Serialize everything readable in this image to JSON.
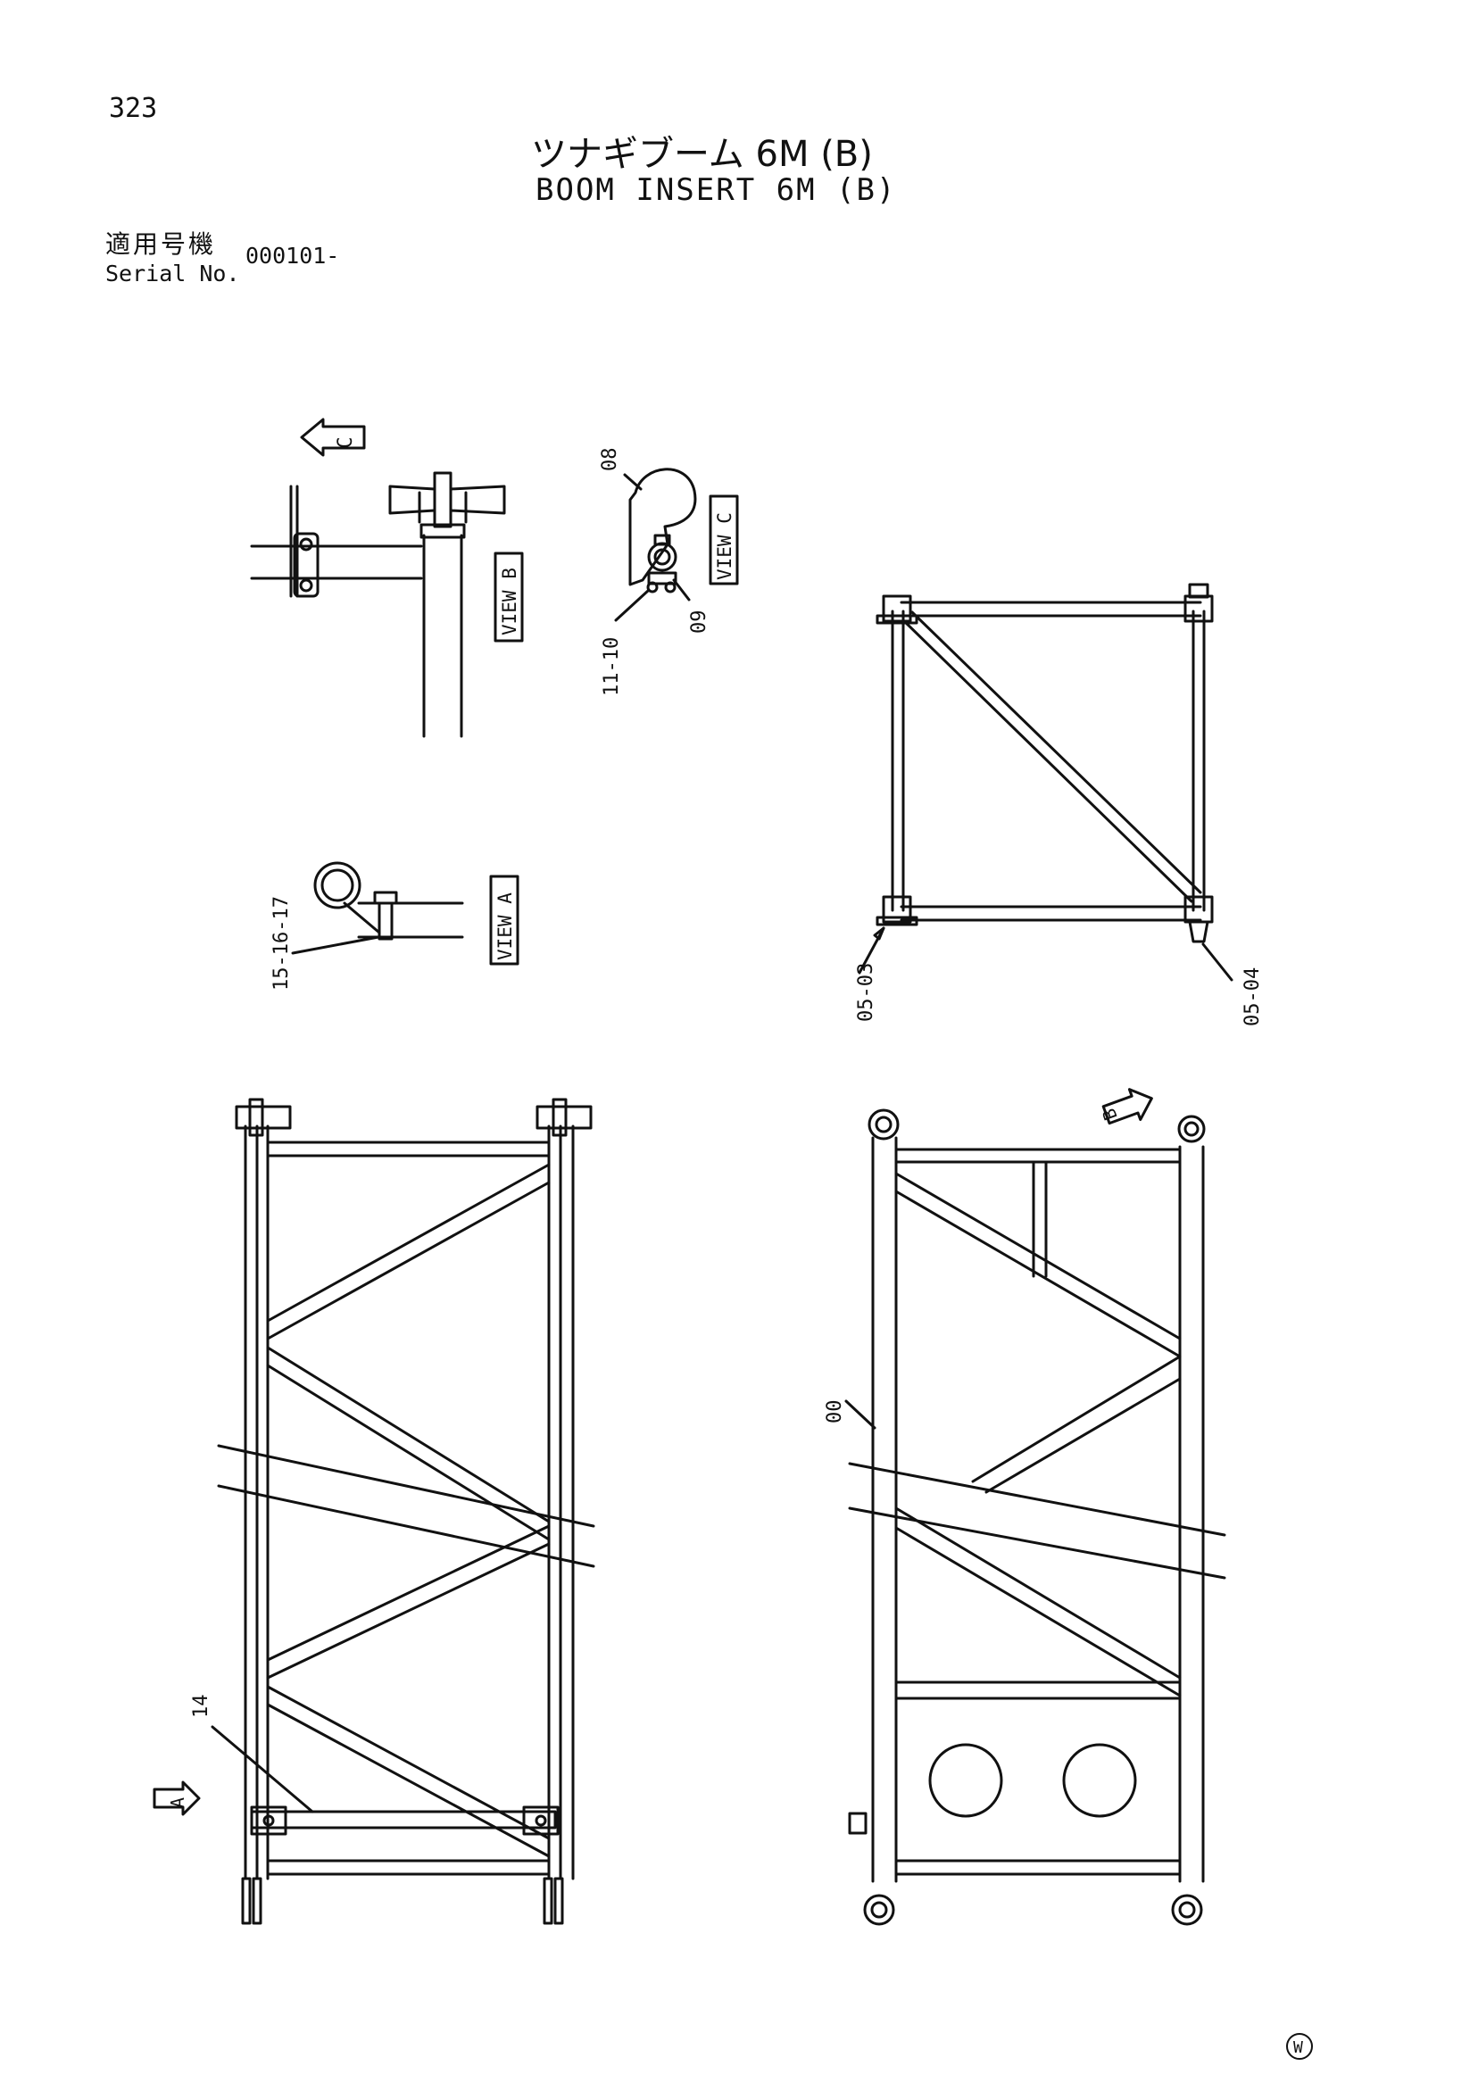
{
  "header": {
    "page_number": "323",
    "title_jp": "ツナギブーム 6M (B)",
    "title_en": "BOOM INSERT 6M (B)",
    "serial_label_jp": "適用号機",
    "serial_label_en": "Serial No.",
    "serial_value": "000101-"
  },
  "views": {
    "view_a": "VIEW A",
    "view_b": "VIEW B",
    "view_c": "VIEW C",
    "arrow_a": "A",
    "arrow_b": "B",
    "arrow_c": "C"
  },
  "callouts": {
    "p00": "00",
    "p05_03": "05-03",
    "p05_04": "05-04",
    "p08": "08",
    "p09": "09",
    "p11_10": "11-10",
    "p14": "14",
    "p15_16_17": "15-16-17"
  },
  "footer": {
    "mark": "W"
  }
}
